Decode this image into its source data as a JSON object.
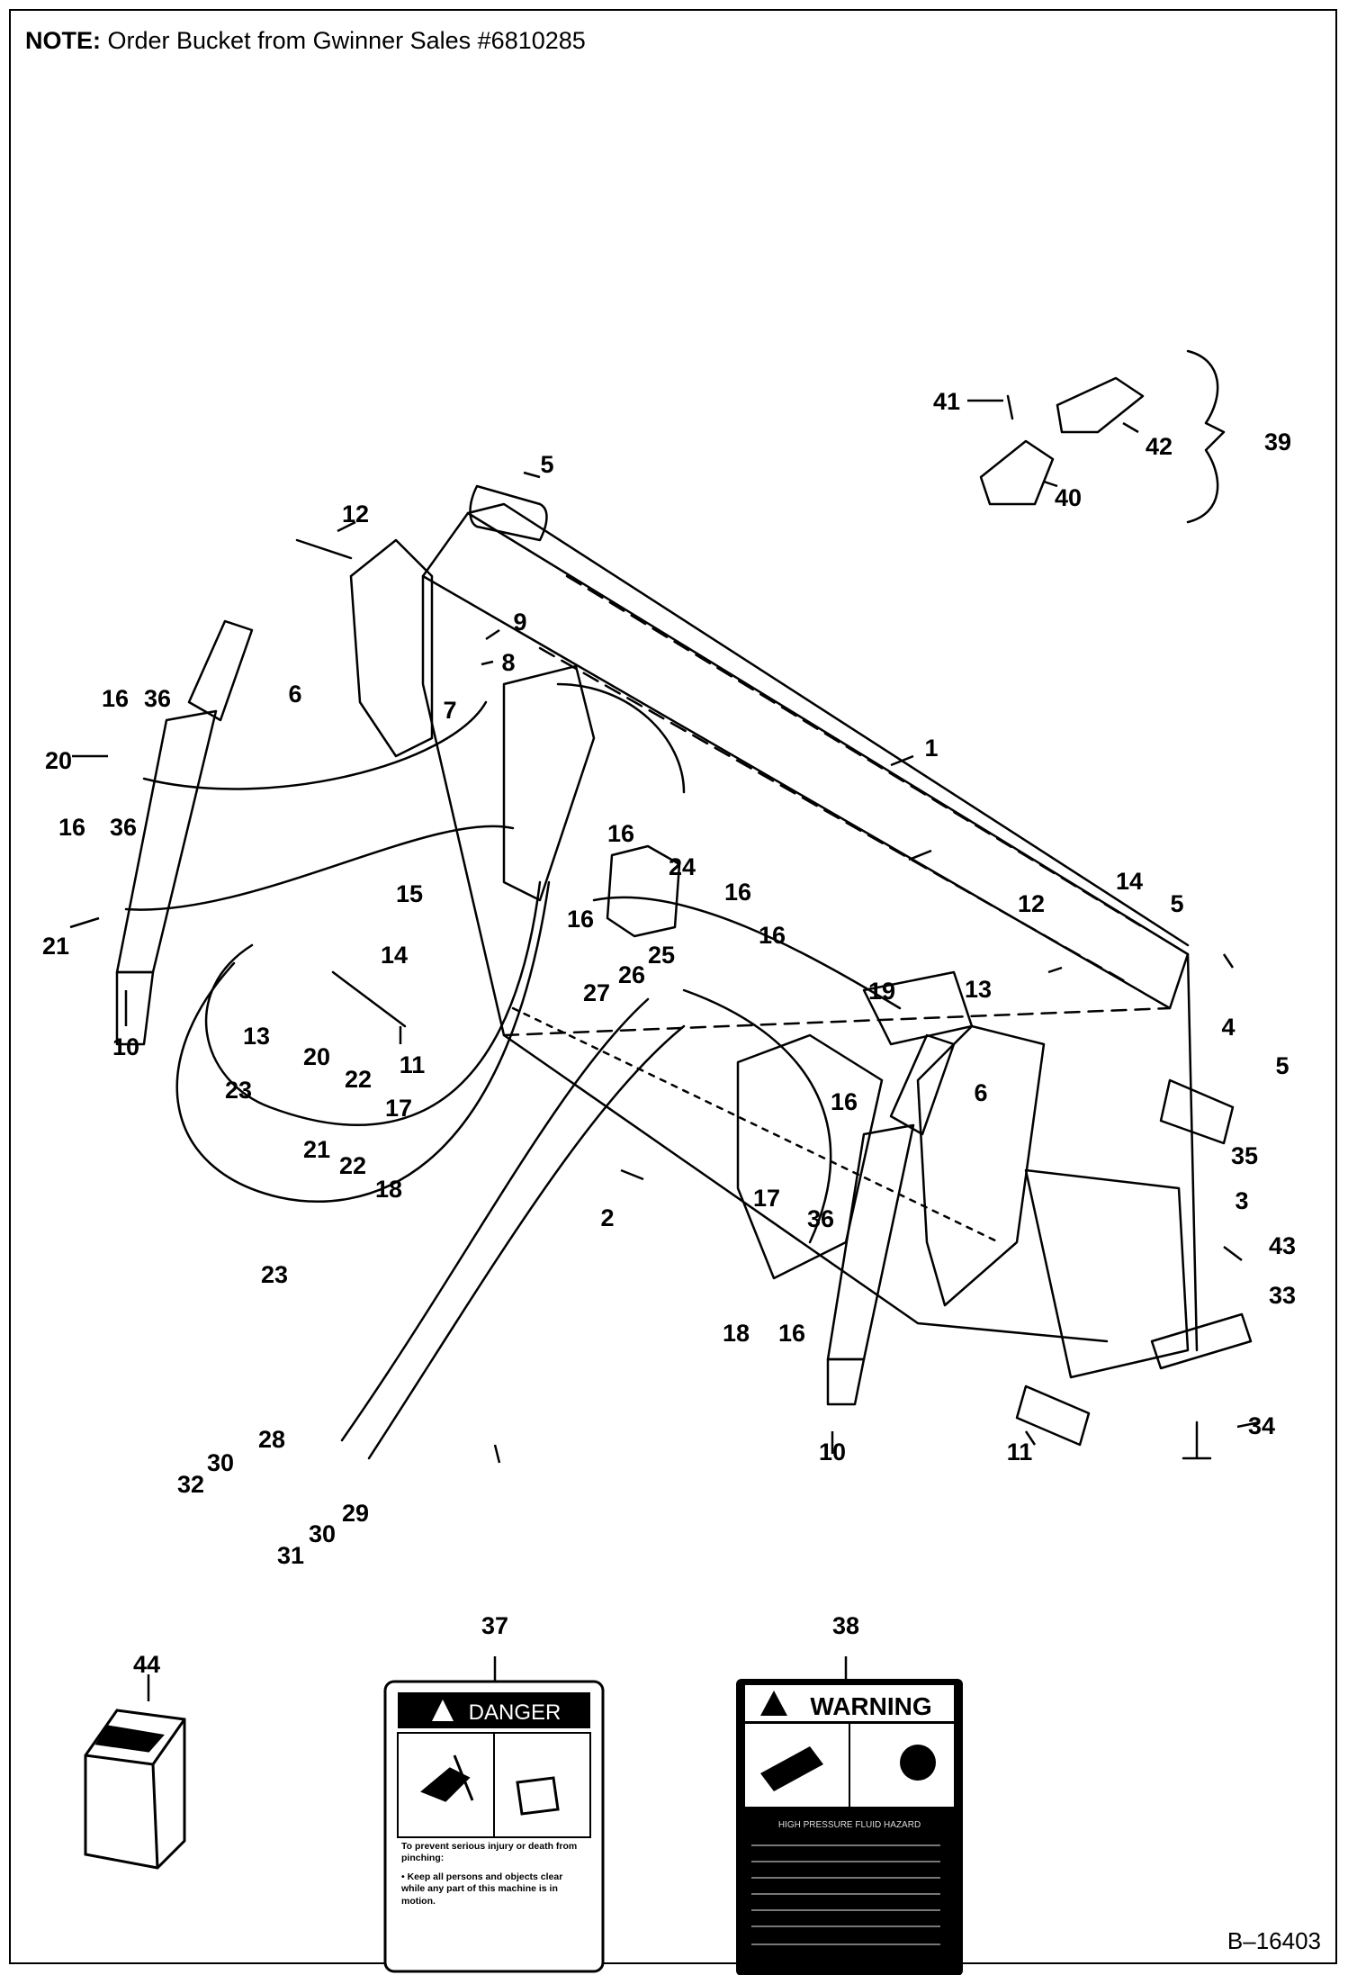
{
  "note": {
    "prefix": "NOTE:",
    "text": "Order Bucket from Gwinner Sales #6810285"
  },
  "document_id": "B–16403",
  "callouts": [
    "1",
    "2",
    "3",
    "4",
    "5",
    "5",
    "5",
    "6",
    "6",
    "7",
    "8",
    "9",
    "10",
    "10",
    "11",
    "11",
    "12",
    "12",
    "13",
    "13",
    "14",
    "14",
    "15",
    "16",
    "16",
    "16",
    "16",
    "16",
    "16",
    "16",
    "16",
    "17",
    "17",
    "18",
    "18",
    "19",
    "20",
    "20",
    "21",
    "21",
    "22",
    "22",
    "23",
    "23",
    "24",
    "25",
    "26",
    "27",
    "28",
    "29",
    "30",
    "30",
    "31",
    "32",
    "33",
    "34",
    "35",
    "36",
    "36",
    "36",
    "37",
    "38",
    "39",
    "40",
    "41",
    "42",
    "43",
    "44"
  ],
  "danger_decal": {
    "signal_word": "DANGER",
    "heading": "To prevent serious injury or death from pinching:",
    "bullet": "Keep all persons and objects clear while any part of this machine is in motion."
  },
  "warning_decal": {
    "signal_word": "WARNING",
    "heading": "HIGH PRESSURE FLUID HAZARD"
  },
  "colors": {
    "ink": "#000000",
    "paper": "#ffffff"
  }
}
